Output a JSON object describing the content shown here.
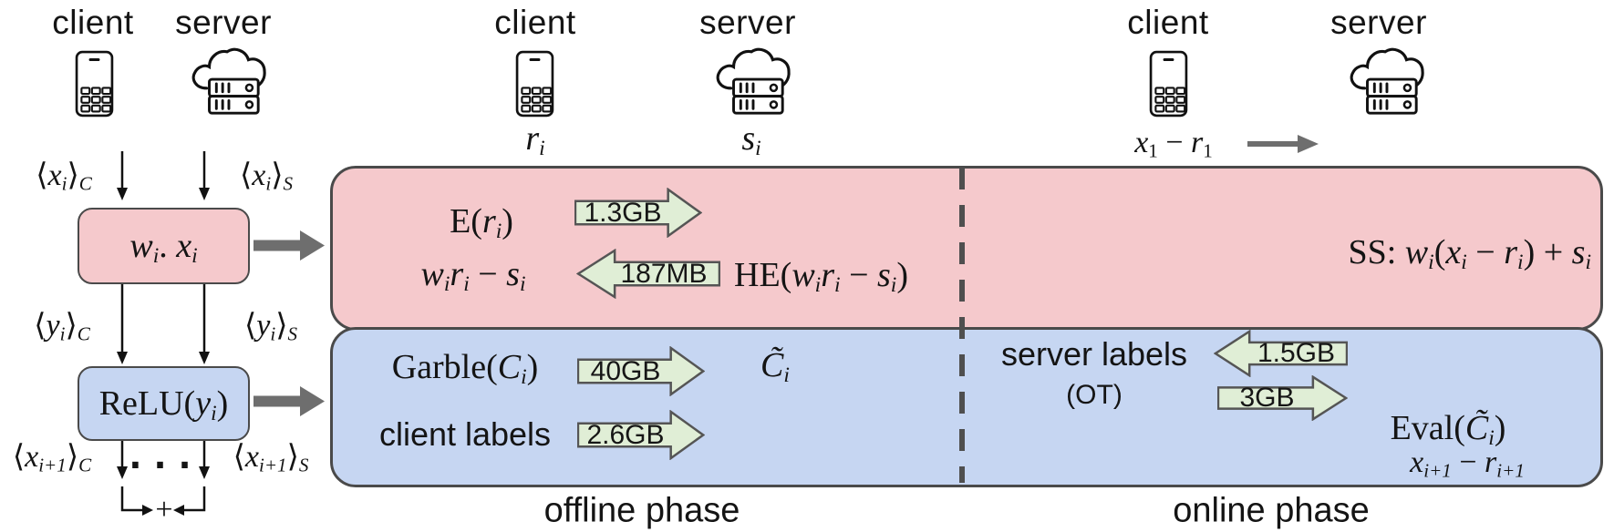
{
  "palette": {
    "pink": "#f5c9cc",
    "blue": "#c6d6f2",
    "green_arrow": "#e0eed6",
    "box_border": "#4a4a4a",
    "gray_arrow": "#6e6e6e"
  },
  "parties": {
    "left": {
      "client": "client",
      "server": "server"
    },
    "offline": {
      "client": "client",
      "server": "server",
      "client_random": "<i>r<sub>i</sub></i>",
      "server_random": "<i>s<sub>i</sub></i>"
    },
    "online": {
      "client": "client",
      "server": "server",
      "client_message": "<i>x</i><sub>1</sub> − <i>r</i><sub>1</sub>"
    }
  },
  "left_flow": {
    "input_share_client": "⟨<i>x<sub>i</sub></i>⟩<sub><i>C</i></sub>",
    "input_share_server": "⟨<i>x<sub>i</sub></i>⟩<sub><i>S</i></sub>",
    "linear_layer": "<i>w<sub>i</sub></i>. <i>x<sub>i</sub></i>",
    "mid_share_client": "⟨<i>y<sub>i</sub></i>⟩<sub><i>C</i></sub>",
    "mid_share_server": "⟨<i>y<sub>i</sub></i>⟩<sub><i>S</i></sub>",
    "relu_layer": "ReLU(<i>y<sub>i</sub></i>)",
    "output_share_client": "⟨<i>x<sub>i+1</sub></i>⟩<sub><i>C</i></sub>",
    "ellipsis": "...",
    "output_share_server": "⟨<i>x<sub>i+1</sub></i>⟩<sub><i>S</i></sub>",
    "plus": "+"
  },
  "offline": {
    "linear": {
      "client_encryption": "E(<i>r<sub>i</sub></i>)",
      "upload_size": "1.3GB",
      "client_result": "<i>w<sub>i</sub>r<sub>i</sub></i> − <i>s<sub>i</sub></i>",
      "download_size": "187MB",
      "server_computation": "HE(<i>w<sub>i</sub>r<sub>i</sub></i> − <i>s<sub>i</sub></i>)"
    },
    "relu": {
      "server_garble": "Garble(<i>C<sub>i</sub></i>)",
      "garble_size": "40GB",
      "garbled_circuit": "<i>C̃<sub>i</sub></i>",
      "client_labels": "client labels",
      "labels_size": "2.6GB"
    },
    "phase_label": "offline phase"
  },
  "online": {
    "linear": {
      "server_share": "SS: <i>w<sub>i</sub></i>(<i>x<sub>i</sub></i> − <i>r<sub>i</sub></i>) + <i>s<sub>i</sub></i>"
    },
    "relu": {
      "server_labels": "server labels",
      "ot": "(OT)",
      "server_labels_size": "1.5GB",
      "client_labels_size": "3GB",
      "eval": "Eval(<i>C̃<sub>i</sub></i>)",
      "result": "<i>x<sub>i+1</sub></i> − <i>r<sub>i+1</sub></i>"
    },
    "phase_label": "online phase"
  }
}
